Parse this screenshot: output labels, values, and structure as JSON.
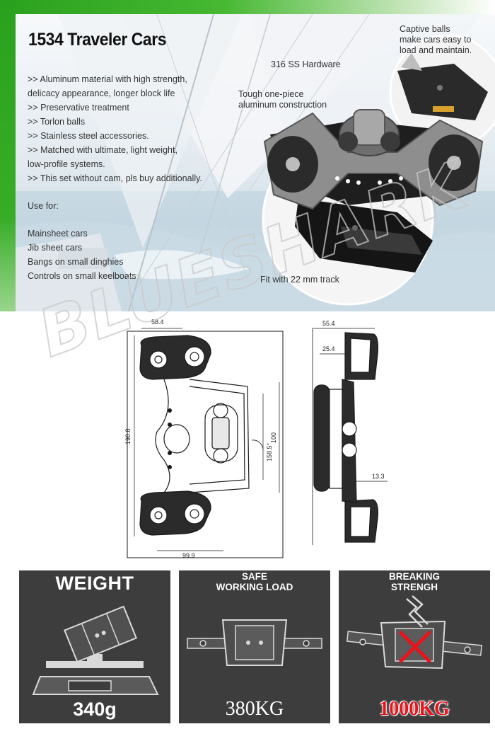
{
  "title": "1534 Traveler Cars",
  "features": [
    ">> Aluminum material with high strength,\n      delicacy appearance, longer block life",
    ">> Preservative treatment",
    ">> Torlon balls",
    ">> Stainless steel accessories.",
    ">> Matched with ultimate, light weight,\n     low-profile systems.",
    ">> This set without cam, pls buy additionally."
  ],
  "use_for": {
    "title": "Use for:",
    "items": [
      "Mainsheet cars",
      "Jib sheet cars",
      "Bangs on small dinghies",
      "Controls on small keelboats"
    ]
  },
  "callouts": {
    "hardware": "316 SS Hardware",
    "construction": "Tough one-piece\naluminum construction",
    "balls": "Captive balls\nmake cars easy to\nload and maintain.",
    "track": "Fit with 22 mm track"
  },
  "dimensions": {
    "top_width": "58.4",
    "overall_length": "190.8",
    "base_width": "99.9",
    "length_100": "100",
    "radius": "158.5°",
    "side_width": "55.4",
    "side_inner": "25.4",
    "side_height": "13.3"
  },
  "watermark": "BLUESHARK",
  "panels": [
    {
      "label": "WEIGHT",
      "value": "340g"
    },
    {
      "label": "SAFE\nWORKING LOAD",
      "value": "380KG"
    },
    {
      "label": "BREAKING\nSTRENGH",
      "value": "1000KG"
    }
  ],
  "colors": {
    "frame_green": "#2aa11e",
    "panel_bg": "#3d3d3d",
    "breaking_red": "#e8131b"
  }
}
